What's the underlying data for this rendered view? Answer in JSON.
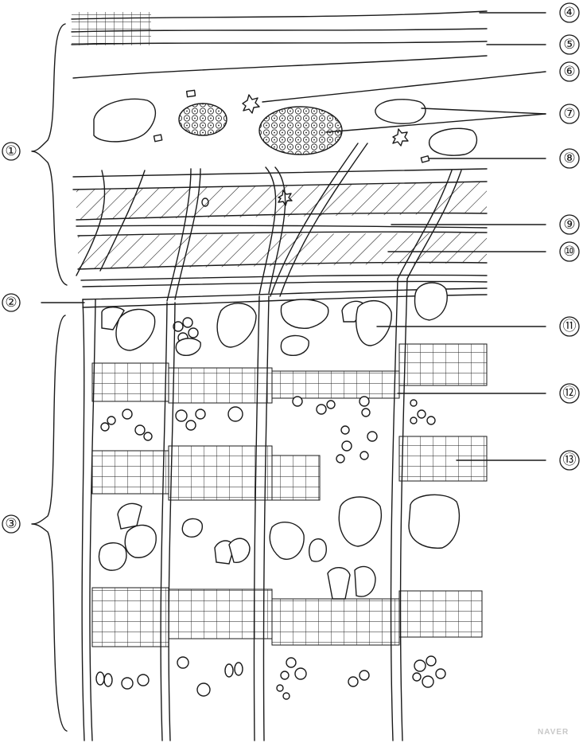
{
  "labels": [
    "①",
    "②",
    "③",
    "④",
    "⑤",
    "⑥",
    "⑦",
    "⑧",
    "⑨",
    "⑩",
    "⑪",
    "⑫",
    "⑬"
  ],
  "watermark": "NAVER",
  "colors": {
    "ink": "#1a1a1a",
    "paper": "#ffffff",
    "watermark": "#c8c8c8"
  }
}
